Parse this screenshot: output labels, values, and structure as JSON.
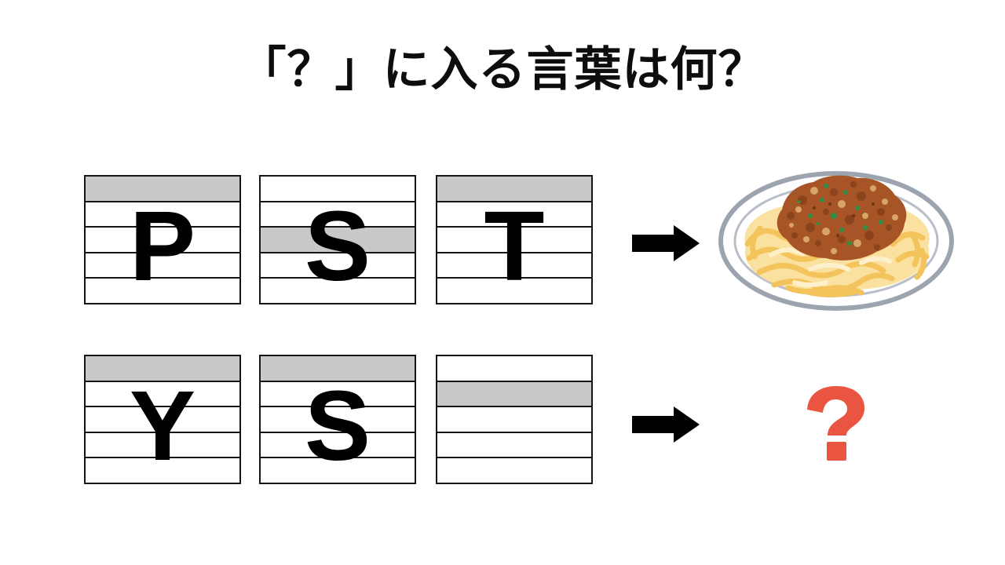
{
  "title": "「？」に入る言葉は何？",
  "puzzle": {
    "rows_per_cell": 5,
    "rows": [
      {
        "cells": [
          {
            "letter": "P",
            "shaded_row": 1
          },
          {
            "letter": "S",
            "shaded_row": 3
          },
          {
            "letter": "T",
            "shaded_row": 1
          }
        ],
        "result": "spaghetti-illustration"
      },
      {
        "cells": [
          {
            "letter": "Y",
            "shaded_row": 1
          },
          {
            "letter": "S",
            "shaded_row": 1
          },
          {
            "letter": "",
            "shaded_row": 2
          }
        ],
        "result": "question-mark"
      }
    ],
    "question_mark": "?"
  },
  "colors": {
    "shaded_band": "#c9c9c9",
    "grid_line": "#151515",
    "letter": "#000000",
    "arrow": "#000000",
    "question_mark": "#e95541",
    "plate_rim": "#9ca4b0",
    "noodles_base": "#fbe1a0",
    "noodle_strand": "#f4c45c",
    "sauce_base": "#a75426",
    "sauce_dark": "#8b431c",
    "sauce_light": "#d7a567",
    "sauce_green": "#2e9147"
  }
}
